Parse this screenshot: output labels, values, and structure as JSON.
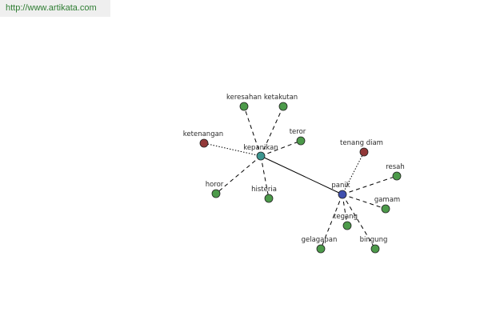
{
  "header": {
    "url_text": "http://www.artikata.com"
  },
  "graph": {
    "colors": {
      "center_primary": "#3d9690",
      "center_secondary": "#3f4fae",
      "synonym": "#4c9a4a",
      "antonym": "#923838"
    },
    "nodes": [
      {
        "id": "kepanikan",
        "label": "kepanikan",
        "kind": "center_primary"
      },
      {
        "id": "panik",
        "label": "panik",
        "kind": "center_secondary"
      },
      {
        "id": "keresahan",
        "label": "keresahan",
        "kind": "synonym"
      },
      {
        "id": "ketakutan",
        "label": "ketakutan",
        "kind": "synonym"
      },
      {
        "id": "teror",
        "label": "teror",
        "kind": "synonym"
      },
      {
        "id": "ketenangan",
        "label": "ketenangan",
        "kind": "antonym"
      },
      {
        "id": "horor",
        "label": "horor",
        "kind": "synonym"
      },
      {
        "id": "histeria",
        "label": "histeria",
        "kind": "synonym"
      },
      {
        "id": "tenang-diam",
        "label": "tenang diam",
        "kind": "antonym"
      },
      {
        "id": "resah",
        "label": "resah",
        "kind": "synonym"
      },
      {
        "id": "gamam",
        "label": "gamam",
        "kind": "synonym"
      },
      {
        "id": "tegang",
        "label": "tegang",
        "kind": "synonym"
      },
      {
        "id": "gelagapan",
        "label": "gelagapan",
        "kind": "synonym"
      },
      {
        "id": "bingung",
        "label": "bingung",
        "kind": "synonym"
      }
    ],
    "edges": [
      {
        "from": "kepanikan",
        "to": "panik",
        "style": "solid"
      },
      {
        "from": "kepanikan",
        "to": "keresahan",
        "style": "dashed"
      },
      {
        "from": "kepanikan",
        "to": "ketakutan",
        "style": "dashed"
      },
      {
        "from": "kepanikan",
        "to": "teror",
        "style": "dashed"
      },
      {
        "from": "kepanikan",
        "to": "ketenangan",
        "style": "dotted"
      },
      {
        "from": "kepanikan",
        "to": "horor",
        "style": "dashed"
      },
      {
        "from": "kepanikan",
        "to": "histeria",
        "style": "dashed"
      },
      {
        "from": "panik",
        "to": "tenang-diam",
        "style": "dotted"
      },
      {
        "from": "panik",
        "to": "resah",
        "style": "dashed"
      },
      {
        "from": "panik",
        "to": "gamam",
        "style": "dashed"
      },
      {
        "from": "panik",
        "to": "tegang",
        "style": "dashed"
      },
      {
        "from": "panik",
        "to": "gelagapan",
        "style": "dashed"
      },
      {
        "from": "panik",
        "to": "bingung",
        "style": "dashed"
      }
    ]
  }
}
